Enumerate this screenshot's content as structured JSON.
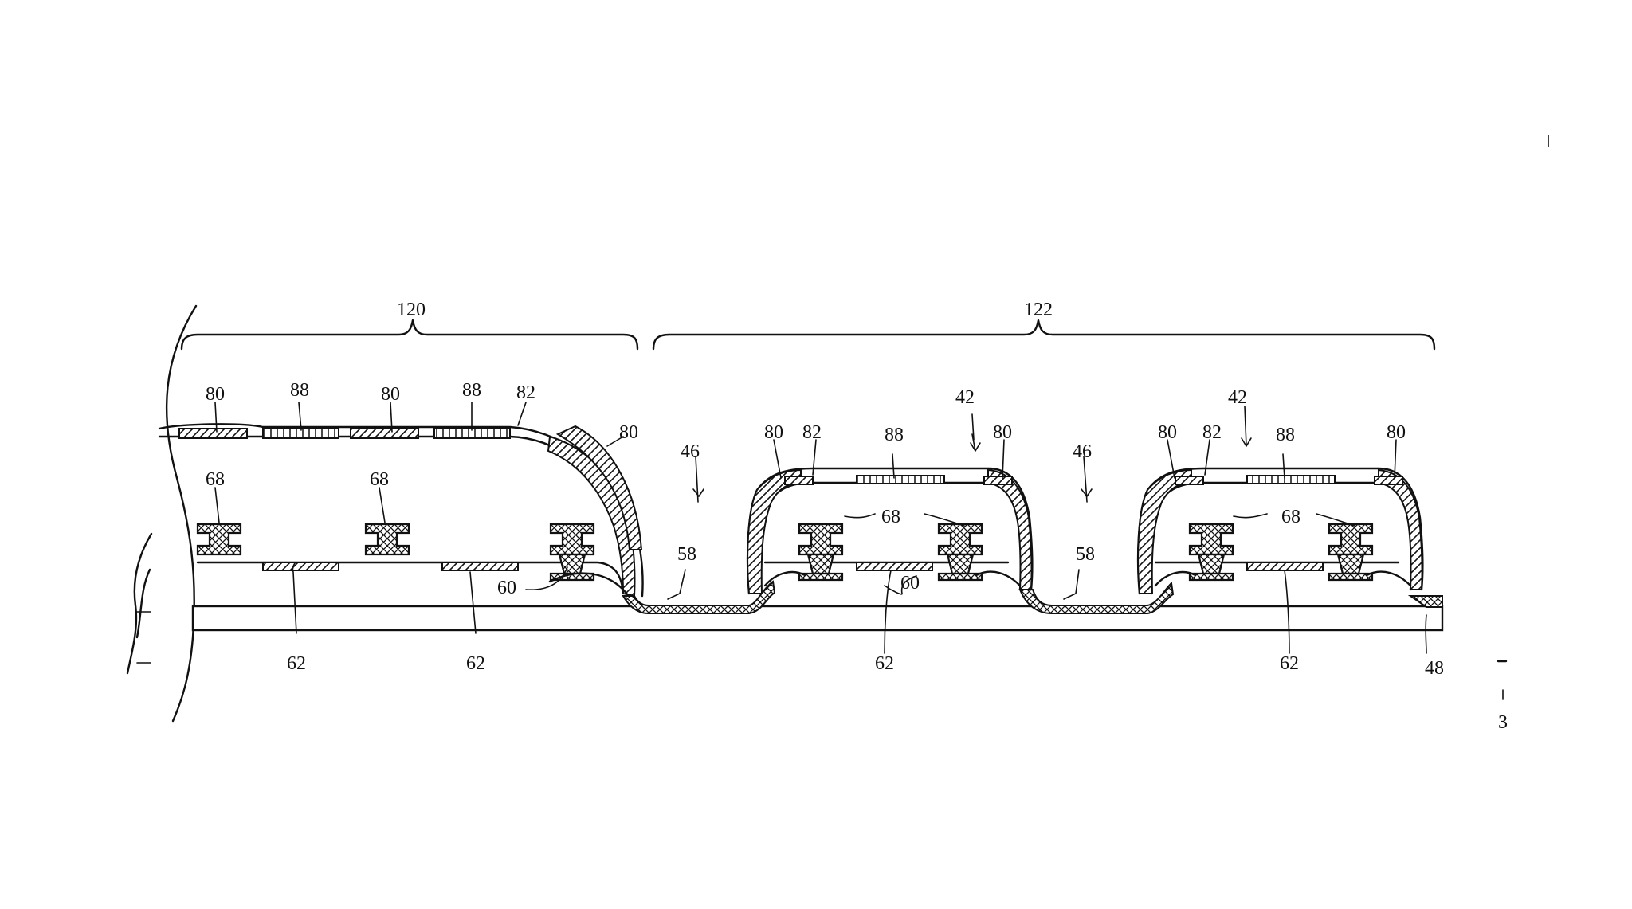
{
  "figure": {
    "brackets": {
      "region_a": "120",
      "region_b": "122"
    },
    "labels": {
      "l80a": "80",
      "l88a": "88",
      "l80b": "80",
      "l88b": "88",
      "l82a": "82",
      "l80c": "80",
      "l68a": "68",
      "l68b": "68",
      "l60a": "60",
      "l62a": "62",
      "l62b": "62",
      "l46a": "46",
      "l58a": "58",
      "l80d": "80",
      "l82b": "82",
      "l88c": "88",
      "l42a": "42",
      "l80e": "80",
      "l68c": "68",
      "l60b": "60",
      "l62c": "62",
      "l46b": "46",
      "l58b": "58",
      "l80f": "80",
      "l82c": "82",
      "l42b": "42",
      "l88d": "88",
      "l80g": "80",
      "l68d": "68",
      "l62d": "62",
      "l48": "48"
    },
    "edge_fragments": {
      "right_mark": "3"
    }
  },
  "colors": {
    "ink": "#111111",
    "background": "#ffffff"
  }
}
